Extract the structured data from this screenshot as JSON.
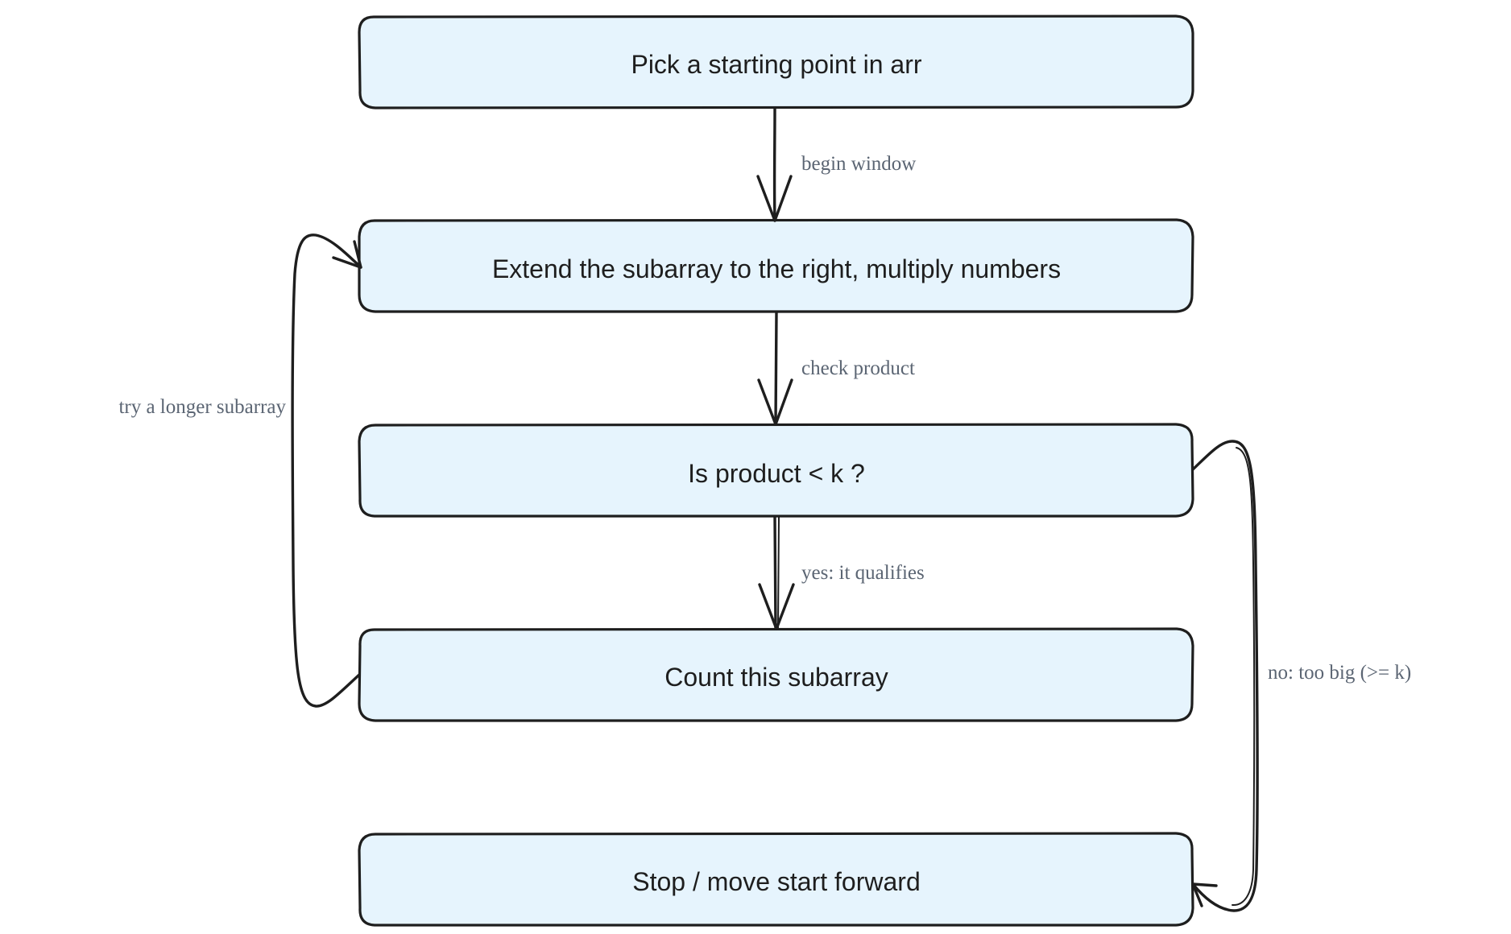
{
  "nodes": [
    {
      "id": "pick-start",
      "label": "Pick a starting point in arr"
    },
    {
      "id": "extend",
      "label": "Extend the subarray to the right, multiply numbers"
    },
    {
      "id": "check",
      "label": "Is product < k ?"
    },
    {
      "id": "count",
      "label": "Count this subarray"
    },
    {
      "id": "stop",
      "label": "Stop / move start forward"
    }
  ],
  "edges": [
    {
      "from": "pick-start",
      "to": "extend",
      "label": "begin window"
    },
    {
      "from": "extend",
      "to": "check",
      "label": "check product"
    },
    {
      "from": "check",
      "to": "count",
      "label": "yes: it qualifies"
    },
    {
      "from": "count",
      "to": "extend",
      "label": "try a longer subarray"
    },
    {
      "from": "check",
      "to": "stop",
      "label": "no: too big (>= k)"
    }
  ],
  "colors": {
    "node_fill": "#e6f4fd",
    "stroke": "#1e1e1e",
    "label": "#5b6573"
  }
}
